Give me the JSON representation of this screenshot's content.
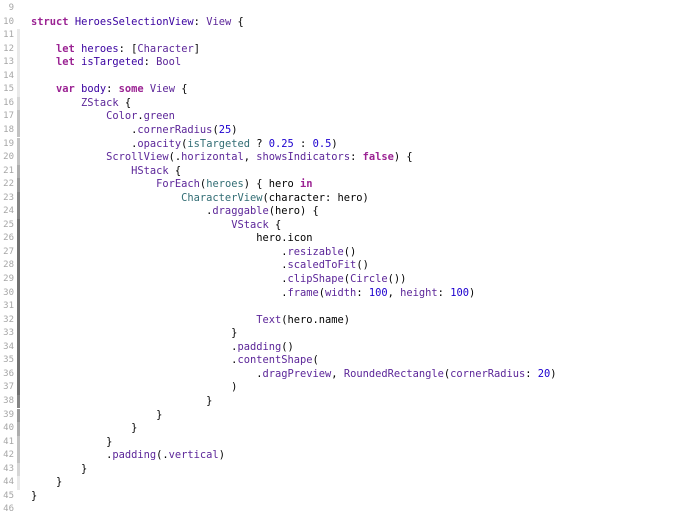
{
  "editor": {
    "lines": [
      {
        "num": "9",
        "fold": 0,
        "tokens": []
      },
      {
        "num": "10",
        "fold": 0,
        "tokens": [
          [
            "kw",
            "struct"
          ],
          [
            "plain",
            " "
          ],
          [
            "type",
            "HeroesSelectionView"
          ],
          [
            "plain",
            ": "
          ],
          [
            "type2",
            "View"
          ],
          [
            "plain",
            " {"
          ]
        ]
      },
      {
        "num": "11",
        "fold": 1,
        "tokens": []
      },
      {
        "num": "12",
        "fold": 1,
        "tokens": [
          [
            "plain",
            "    "
          ],
          [
            "kw",
            "let"
          ],
          [
            "plain",
            " "
          ],
          [
            "type",
            "heroes"
          ],
          [
            "plain",
            ": ["
          ],
          [
            "type2",
            "Character"
          ],
          [
            "plain",
            "]"
          ]
        ]
      },
      {
        "num": "13",
        "fold": 1,
        "tokens": [
          [
            "plain",
            "    "
          ],
          [
            "kw",
            "let"
          ],
          [
            "plain",
            " "
          ],
          [
            "type",
            "isTargeted"
          ],
          [
            "plain",
            ": "
          ],
          [
            "type2",
            "Bool"
          ]
        ]
      },
      {
        "num": "14",
        "fold": 1,
        "tokens": []
      },
      {
        "num": "15",
        "fold": 1,
        "tokens": [
          [
            "plain",
            "    "
          ],
          [
            "kw",
            "var"
          ],
          [
            "plain",
            " "
          ],
          [
            "type",
            "body"
          ],
          [
            "plain",
            ": "
          ],
          [
            "kw",
            "some"
          ],
          [
            "plain",
            " "
          ],
          [
            "type2",
            "View"
          ],
          [
            "plain",
            " {"
          ]
        ]
      },
      {
        "num": "16",
        "fold": 2,
        "tokens": [
          [
            "plain",
            "        "
          ],
          [
            "type2",
            "ZStack"
          ],
          [
            "plain",
            " {"
          ]
        ]
      },
      {
        "num": "17",
        "fold": 3,
        "tokens": [
          [
            "plain",
            "            "
          ],
          [
            "type2",
            "Color"
          ],
          [
            "plain",
            "."
          ],
          [
            "type2",
            "green"
          ]
        ]
      },
      {
        "num": "18",
        "fold": 3,
        "tokens": [
          [
            "plain",
            "                ."
          ],
          [
            "type2",
            "cornerRadius"
          ],
          [
            "plain",
            "("
          ],
          [
            "num",
            "25"
          ],
          [
            "plain",
            ")"
          ]
        ]
      },
      {
        "num": "19",
        "fold": 3,
        "tokens": [
          [
            "plain",
            "                ."
          ],
          [
            "type2",
            "opacity"
          ],
          [
            "plain",
            "("
          ],
          [
            "fn",
            "isTargeted"
          ],
          [
            "plain",
            " ? "
          ],
          [
            "num",
            "0.25"
          ],
          [
            "plain",
            " : "
          ],
          [
            "num",
            "0.5"
          ],
          [
            "plain",
            ")"
          ]
        ]
      },
      {
        "num": "20",
        "fold": 3,
        "tokens": [
          [
            "plain",
            "            "
          ],
          [
            "type2",
            "ScrollView"
          ],
          [
            "plain",
            "(."
          ],
          [
            "type2",
            "horizontal"
          ],
          [
            "plain",
            ", "
          ],
          [
            "type2",
            "showsIndicators"
          ],
          [
            "plain",
            ": "
          ],
          [
            "kw",
            "false"
          ],
          [
            "plain",
            ") {"
          ]
        ]
      },
      {
        "num": "21",
        "fold": 4,
        "tokens": [
          [
            "plain",
            "                "
          ],
          [
            "type2",
            "HStack"
          ],
          [
            "plain",
            " {"
          ]
        ]
      },
      {
        "num": "22",
        "fold": 5,
        "tokens": [
          [
            "plain",
            "                    "
          ],
          [
            "type2",
            "ForEach"
          ],
          [
            "plain",
            "("
          ],
          [
            "fn",
            "heroes"
          ],
          [
            "plain",
            ") { hero "
          ],
          [
            "kw",
            "in"
          ]
        ]
      },
      {
        "num": "23",
        "fold": 6,
        "tokens": [
          [
            "plain",
            "                        "
          ],
          [
            "fn",
            "CharacterView"
          ],
          [
            "plain",
            "(character: hero)"
          ]
        ]
      },
      {
        "num": "24",
        "fold": 6,
        "tokens": [
          [
            "plain",
            "                            ."
          ],
          [
            "type2",
            "draggable"
          ],
          [
            "plain",
            "(hero) {"
          ]
        ]
      },
      {
        "num": "25",
        "fold": 7,
        "tokens": [
          [
            "plain",
            "                                "
          ],
          [
            "type2",
            "VStack"
          ],
          [
            "plain",
            " {"
          ]
        ]
      },
      {
        "num": "26",
        "fold": 7,
        "tokens": [
          [
            "plain",
            "                                    hero.icon"
          ]
        ]
      },
      {
        "num": "27",
        "fold": 7,
        "tokens": [
          [
            "plain",
            "                                        ."
          ],
          [
            "type2",
            "resizable"
          ],
          [
            "plain",
            "()"
          ]
        ]
      },
      {
        "num": "28",
        "fold": 7,
        "tokens": [
          [
            "plain",
            "                                        ."
          ],
          [
            "type2",
            "scaledToFit"
          ],
          [
            "plain",
            "()"
          ]
        ]
      },
      {
        "num": "29",
        "fold": 7,
        "tokens": [
          [
            "plain",
            "                                        ."
          ],
          [
            "type2",
            "clipShape"
          ],
          [
            "plain",
            "("
          ],
          [
            "type2",
            "Circle"
          ],
          [
            "plain",
            "())"
          ]
        ]
      },
      {
        "num": "30",
        "fold": 7,
        "tokens": [
          [
            "plain",
            "                                        ."
          ],
          [
            "type2",
            "frame"
          ],
          [
            "plain",
            "("
          ],
          [
            "type2",
            "width"
          ],
          [
            "plain",
            ": "
          ],
          [
            "num",
            "100"
          ],
          [
            "plain",
            ", "
          ],
          [
            "type2",
            "height"
          ],
          [
            "plain",
            ": "
          ],
          [
            "num",
            "100"
          ],
          [
            "plain",
            ")"
          ]
        ]
      },
      {
        "num": "31",
        "fold": 7,
        "tokens": []
      },
      {
        "num": "32",
        "fold": 7,
        "tokens": [
          [
            "plain",
            "                                    "
          ],
          [
            "type2",
            "Text"
          ],
          [
            "plain",
            "(hero.name)"
          ]
        ]
      },
      {
        "num": "33",
        "fold": 7,
        "tokens": [
          [
            "plain",
            "                                }"
          ]
        ]
      },
      {
        "num": "34",
        "fold": 7,
        "tokens": [
          [
            "plain",
            "                                ."
          ],
          [
            "type2",
            "padding"
          ],
          [
            "plain",
            "()"
          ]
        ]
      },
      {
        "num": "35",
        "fold": 7,
        "tokens": [
          [
            "plain",
            "                                ."
          ],
          [
            "type2",
            "contentShape"
          ],
          [
            "plain",
            "("
          ]
        ]
      },
      {
        "num": "36",
        "fold": 7,
        "tokens": [
          [
            "plain",
            "                                    ."
          ],
          [
            "type2",
            "dragPreview"
          ],
          [
            "plain",
            ", "
          ],
          [
            "type2",
            "RoundedRectangle"
          ],
          [
            "plain",
            "("
          ],
          [
            "type2",
            "cornerRadius"
          ],
          [
            "plain",
            ": "
          ],
          [
            "num",
            "20"
          ],
          [
            "plain",
            ")"
          ]
        ]
      },
      {
        "num": "37",
        "fold": 7,
        "tokens": [
          [
            "plain",
            "                                )"
          ]
        ]
      },
      {
        "num": "38",
        "fold": 6,
        "tokens": [
          [
            "plain",
            "                            }"
          ]
        ]
      },
      {
        "num": "39",
        "fold": 5,
        "tokens": [
          [
            "plain",
            "                    }"
          ]
        ]
      },
      {
        "num": "40",
        "fold": 4,
        "tokens": [
          [
            "plain",
            "                }"
          ]
        ]
      },
      {
        "num": "41",
        "fold": 3,
        "tokens": [
          [
            "plain",
            "            }"
          ]
        ]
      },
      {
        "num": "42",
        "fold": 3,
        "tokens": [
          [
            "plain",
            "            ."
          ],
          [
            "type2",
            "padding"
          ],
          [
            "plain",
            "(."
          ],
          [
            "type2",
            "vertical"
          ],
          [
            "plain",
            ")"
          ]
        ]
      },
      {
        "num": "43",
        "fold": 2,
        "tokens": [
          [
            "plain",
            "        }"
          ]
        ]
      },
      {
        "num": "44",
        "fold": 1,
        "tokens": [
          [
            "plain",
            "    }"
          ]
        ]
      },
      {
        "num": "45",
        "fold": 0,
        "tokens": [
          [
            "plain",
            "}"
          ]
        ]
      },
      {
        "num": "46",
        "fold": 0,
        "tokens": []
      }
    ]
  },
  "colors": {
    "keyword": "#9b2393",
    "type": "#3900a0",
    "type_ref": "#5c2699",
    "project_symbol": "#326d74",
    "number": "#1c00cf",
    "line_number": "#a6a6a6",
    "background": "#ffffff"
  }
}
